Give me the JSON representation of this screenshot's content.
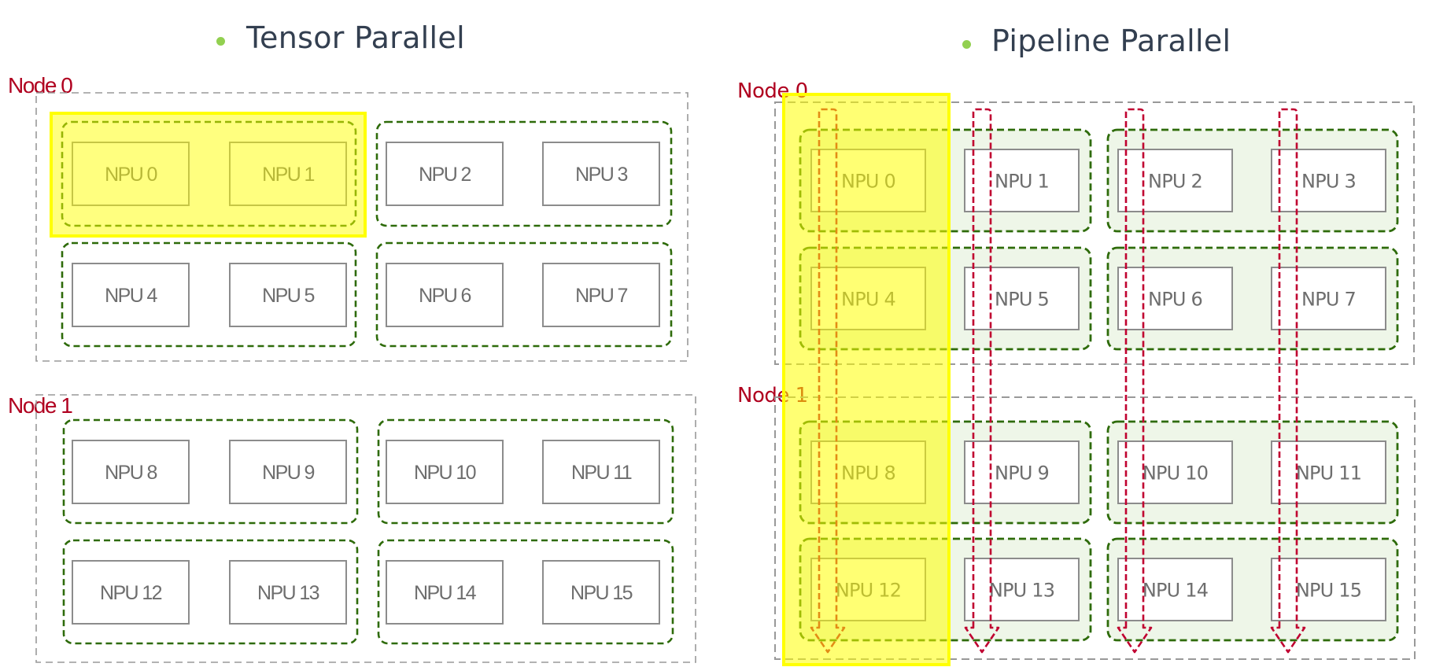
{
  "colors": {
    "title_text": "#333f50",
    "bullet": "#92d050",
    "node_label": "#b0001f",
    "node_border": "#999999",
    "group_border": "#2e6b0a",
    "group_fill_pipeline": "#eef6e8",
    "npu_border": "#8c8c8c",
    "npu_text": "#6e6e6e",
    "highlight": "#ffff00",
    "arrow": "#c00030"
  },
  "tensor_parallel": {
    "title": "Tensor Parallel",
    "nodes": [
      {
        "label": "Node 0",
        "groups": [
          {
            "npus": [
              "NPU 0",
              "NPU 1"
            ],
            "highlighted": true
          },
          {
            "npus": [
              "NPU 2",
              "NPU 3"
            ],
            "highlighted": false
          },
          {
            "npus": [
              "NPU 4",
              "NPU 5"
            ],
            "highlighted": false
          },
          {
            "npus": [
              "NPU 6",
              "NPU 7"
            ],
            "highlighted": false
          }
        ]
      },
      {
        "label": "Node 1",
        "groups": [
          {
            "npus": [
              "NPU 8",
              "NPU 9"
            ],
            "highlighted": false
          },
          {
            "npus": [
              "NPU 10",
              "NPU 11"
            ],
            "highlighted": false
          },
          {
            "npus": [
              "NPU 12",
              "NPU 13"
            ],
            "highlighted": false
          },
          {
            "npus": [
              "NPU 14",
              "NPU 15"
            ],
            "highlighted": false
          }
        ]
      }
    ]
  },
  "pipeline_parallel": {
    "title": "Pipeline Parallel",
    "nodes": [
      {
        "label": "Node 0",
        "groups": [
          {
            "npus": [
              "NPU 0",
              "NPU 1"
            ]
          },
          {
            "npus": [
              "NPU 2",
              "NPU 3"
            ]
          },
          {
            "npus": [
              "NPU 4",
              "NPU 5"
            ]
          },
          {
            "npus": [
              "NPU 6",
              "NPU 7"
            ]
          }
        ]
      },
      {
        "label": "Node 1",
        "groups": [
          {
            "npus": [
              "NPU 8",
              "NPU 9"
            ]
          },
          {
            "npus": [
              "NPU 10",
              "NPU 11"
            ]
          },
          {
            "npus": [
              "NPU 12",
              "NPU 13"
            ]
          },
          {
            "npus": [
              "NPU 14",
              "NPU 15"
            ]
          }
        ]
      }
    ],
    "highlighted_column": 0,
    "pipeline_arrows": [
      {
        "from": "NPU 0",
        "to": "NPU 12",
        "direction": "down"
      },
      {
        "from": "NPU 1",
        "to": "NPU 13",
        "direction": "down"
      },
      {
        "from": "NPU 2",
        "to": "NPU 14",
        "direction": "down"
      },
      {
        "from": "NPU 3",
        "to": "NPU 15",
        "direction": "down"
      }
    ]
  }
}
